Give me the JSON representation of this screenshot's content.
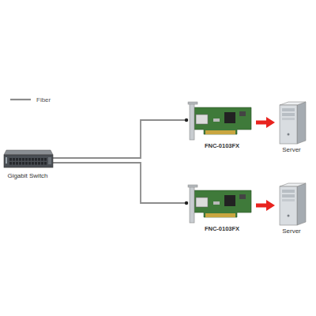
{
  "diagram": {
    "nodes": [
      {
        "text": [
          "Gigabit Switch"
        ]
      },
      {
        "text": [
          "FNC-0103FX"
        ]
      },
      {
        "text": [
          "Server"
        ]
      },
      {
        "text": [
          "FNC-0103FX"
        ]
      },
      {
        "text": [
          "Server"
        ]
      }
    ],
    "edges": [
      {
        "from": 0,
        "to": 1,
        "arrow": "none"
      },
      {
        "from": 0,
        "to": 3,
        "arrow": "none"
      },
      {
        "from": 1,
        "to": 2,
        "arrow": "to"
      },
      {
        "from": 3,
        "to": 4,
        "arrow": "to"
      }
    ],
    "legend": [
      {
        "text": "Fiber"
      }
    ]
  }
}
